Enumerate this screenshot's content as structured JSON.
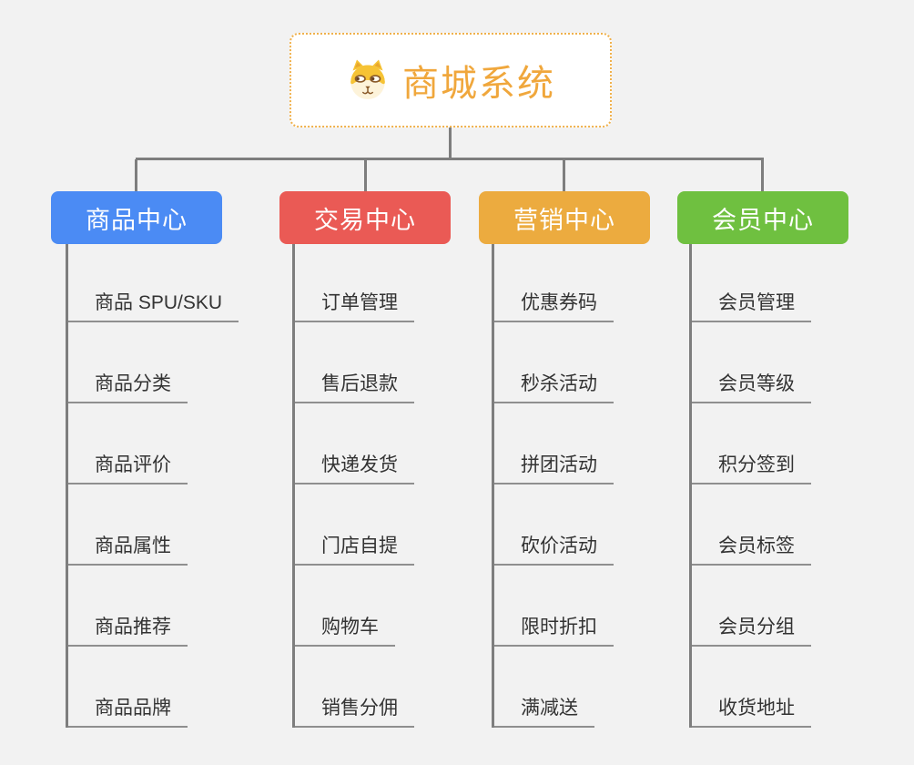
{
  "root": {
    "title": "商城系统",
    "title_color": "#f0a73c",
    "icon": "dog-icon"
  },
  "branches": [
    {
      "label": "商品中心",
      "color": "#4b8bf4",
      "items": [
        "商品 SPU/SKU",
        "商品分类",
        "商品评价",
        "商品属性",
        "商品推荐",
        "商品品牌"
      ]
    },
    {
      "label": "交易中心",
      "color": "#ea5a55",
      "items": [
        "订单管理",
        "售后退款",
        "快递发货",
        "门店自提",
        "购物车",
        "销售分佣"
      ]
    },
    {
      "label": "营销中心",
      "color": "#ecab3f",
      "items": [
        "优惠券码",
        "秒杀活动",
        "拼团活动",
        "砍价活动",
        "限时折扣",
        "满减送"
      ]
    },
    {
      "label": "会员中心",
      "color": "#6fc040",
      "items": [
        "会员管理",
        "会员等级",
        "积分签到",
        "会员标签",
        "会员分组",
        "收货地址"
      ]
    }
  ]
}
